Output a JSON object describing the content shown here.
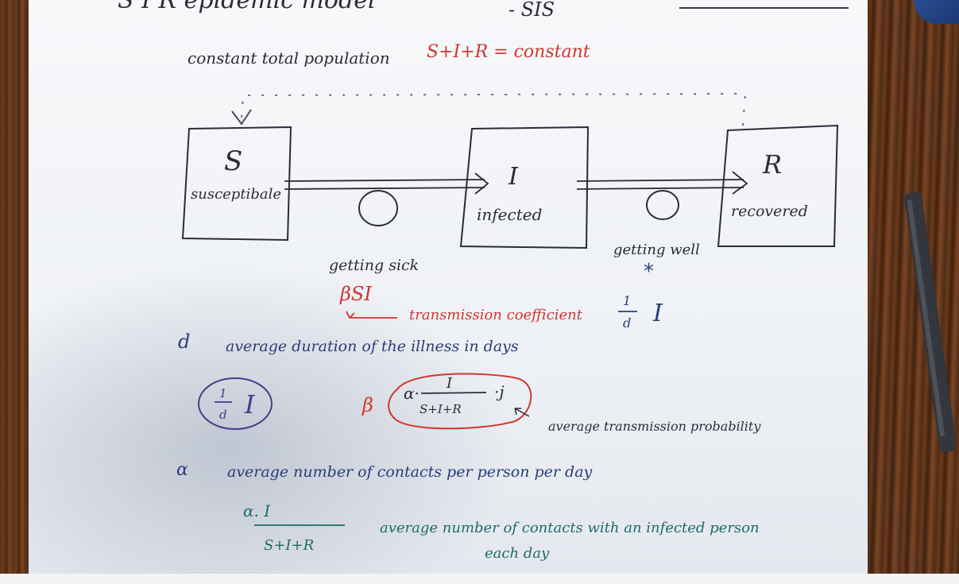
{
  "colors": {
    "ink_dark": "#2b2b3a",
    "ink_red": "#d2362f",
    "ink_purple": "#4b3a8a",
    "ink_blue": "#2a3d7a",
    "ink_green": "#1f6b6b"
  },
  "header": {
    "title_partial": "S I R   epidemic model",
    "model_suffix": "- SIS"
  },
  "population": {
    "text": "constant total population",
    "formula": "S+I+R = constant"
  },
  "boxes": {
    "susceptible": {
      "letter": "S",
      "label": "susceptibale"
    },
    "infected": {
      "letter": "I",
      "label": "infected"
    },
    "recovered": {
      "letter": "R",
      "label": "recovered"
    }
  },
  "transitions": {
    "getting_sick": "getting sick",
    "getting_well": "getting well",
    "star": "*",
    "beta_si": "βSI",
    "transmission_coefficient": "transmission coefficient",
    "one_over_d_i": "1/d I"
  },
  "definitions": {
    "d_symbol": "d",
    "d_text": "average duration of the illness in days",
    "circled_fraction_num": "1",
    "circled_fraction_den": "d",
    "circled_fraction_var": "I",
    "beta_symbol": "β",
    "beta_alpha": "α·",
    "beta_frac_num": "I",
    "beta_frac_den": "S+I+R",
    "beta_j": "·j",
    "avg_transmission_probability": "average transmission probability",
    "alpha_symbol": "α",
    "alpha_text": "average number of contacts per person per day",
    "fraction_num": "α. I",
    "fraction_den": "S+I+R",
    "contacts_infected_line1": "average number of contacts with an infected person",
    "contacts_infected_line2": "each day"
  }
}
